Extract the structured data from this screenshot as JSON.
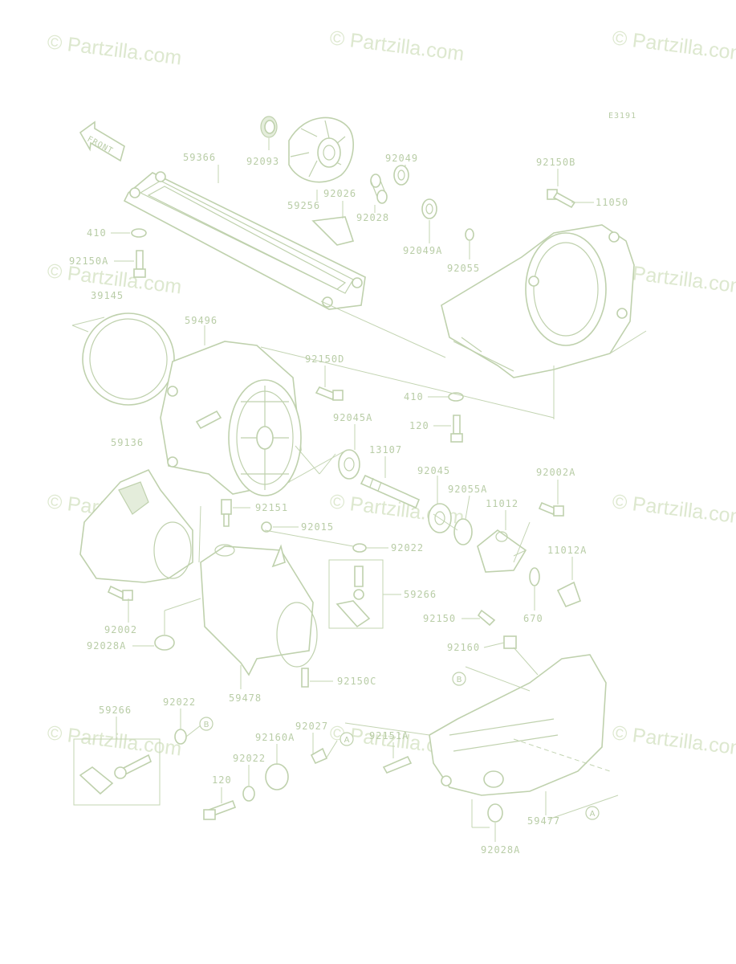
{
  "diagram_code": "E3191",
  "front_label": "FRONT",
  "watermark": "© Partzilla.com",
  "parts": [
    {
      "id": "59366",
      "text": "59366"
    },
    {
      "id": "92093",
      "text": "92093"
    },
    {
      "id": "59256",
      "text": "59256"
    },
    {
      "id": "92026",
      "text": "92026"
    },
    {
      "id": "92028-top",
      "text": "92028"
    },
    {
      "id": "92049",
      "text": "92049"
    },
    {
      "id": "92049A",
      "text": "92049A"
    },
    {
      "id": "92055",
      "text": "92055"
    },
    {
      "id": "92150B",
      "text": "92150B"
    },
    {
      "id": "11050",
      "text": "11050"
    },
    {
      "id": "410-a",
      "text": "410"
    },
    {
      "id": "92150A",
      "text": "92150A"
    },
    {
      "id": "39145",
      "text": "39145"
    },
    {
      "id": "59496",
      "text": "59496"
    },
    {
      "id": "92150D",
      "text": "92150D"
    },
    {
      "id": "410-b",
      "text": "410"
    },
    {
      "id": "92045A",
      "text": "92045A"
    },
    {
      "id": "120-a",
      "text": "120"
    },
    {
      "id": "59136",
      "text": "59136"
    },
    {
      "id": "13107",
      "text": "13107"
    },
    {
      "id": "92045",
      "text": "92045"
    },
    {
      "id": "92002A",
      "text": "92002A"
    },
    {
      "id": "92055A",
      "text": "92055A"
    },
    {
      "id": "11012",
      "text": "11012"
    },
    {
      "id": "92151",
      "text": "92151"
    },
    {
      "id": "92015",
      "text": "92015"
    },
    {
      "id": "92022-a",
      "text": "92022"
    },
    {
      "id": "11012A",
      "text": "11012A"
    },
    {
      "id": "59266-a",
      "text": "59266"
    },
    {
      "id": "92002",
      "text": "92002"
    },
    {
      "id": "92150",
      "text": "92150"
    },
    {
      "id": "670",
      "text": "670"
    },
    {
      "id": "92028A-a",
      "text": "92028A"
    },
    {
      "id": "92160",
      "text": "92160"
    },
    {
      "id": "59478",
      "text": "59478"
    },
    {
      "id": "92150C",
      "text": "92150C"
    },
    {
      "id": "59266-b",
      "text": "59266"
    },
    {
      "id": "92022-b",
      "text": "92022"
    },
    {
      "id": "92027",
      "text": "92027"
    },
    {
      "id": "92151A",
      "text": "92151A"
    },
    {
      "id": "92160A",
      "text": "92160A"
    },
    {
      "id": "92022-c",
      "text": "92022"
    },
    {
      "id": "120-b",
      "text": "120"
    },
    {
      "id": "59477",
      "text": "59477"
    },
    {
      "id": "92028A-b",
      "text": "92028A"
    }
  ],
  "refs": {
    "a": "A",
    "b": "B"
  }
}
